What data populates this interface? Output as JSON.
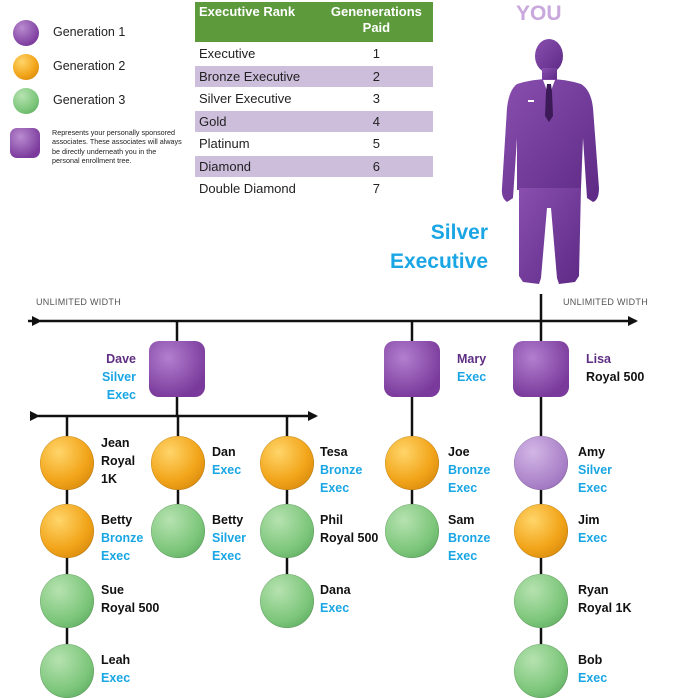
{
  "legend": {
    "gen1": "Generation 1",
    "gen2": "Generation 2",
    "gen3": "Generation 3",
    "note": "Represents your personally sponsored associates. These associates will always be directly underneath you in the personal enrollment tree."
  },
  "rank_table": {
    "headers": [
      "Executive Rank",
      "Genenerations",
      "Paid"
    ],
    "rows": [
      {
        "rank": "Executive",
        "paid": "1"
      },
      {
        "rank": "Bronze Executive",
        "paid": "2"
      },
      {
        "rank": "Silver Executive",
        "paid": "3"
      },
      {
        "rank": "Gold",
        "paid": "4"
      },
      {
        "rank": "Platinum",
        "paid": "5"
      },
      {
        "rank": "Diamond",
        "paid": "6"
      },
      {
        "rank": "Double Diamond",
        "paid": "7"
      }
    ]
  },
  "you": {
    "label": "YOU",
    "rank_line1": "Silver",
    "rank_line2": "Executive"
  },
  "width_labels": {
    "left": "UNLIMITED WIDTH",
    "right": "UNLIMITED WIDTH"
  },
  "sponsored": {
    "dave": {
      "name": "Dave",
      "rank1": "Silver",
      "rank2": "Exec"
    },
    "mary": {
      "name": "Mary",
      "rank1": "Exec"
    },
    "lisa": {
      "name": "Lisa",
      "rank1": "Royal 500"
    }
  },
  "nodes": {
    "jean": {
      "name": "Jean",
      "rank1": "Royal",
      "rank2": "1K"
    },
    "dan": {
      "name": "Dan",
      "rank1": "Exec"
    },
    "tesa": {
      "name": "Tesa",
      "rank1": "Bronze",
      "rank2": "Exec"
    },
    "joe": {
      "name": "Joe",
      "rank1": "Bronze",
      "rank2": "Exec"
    },
    "amy": {
      "name": "Amy",
      "rank1": "Silver",
      "rank2": "Exec"
    },
    "betty1": {
      "name": "Betty",
      "rank1": "Bronze",
      "rank2": "Exec"
    },
    "betty2": {
      "name": "Betty",
      "rank1": "Silver",
      "rank2": "Exec"
    },
    "phil": {
      "name": "Phil",
      "rank1": "Royal 500"
    },
    "sam": {
      "name": "Sam",
      "rank1": "Bronze",
      "rank2": "Exec"
    },
    "jim": {
      "name": "Jim",
      "rank1": "Exec"
    },
    "sue": {
      "name": "Sue",
      "rank1": "Royal 500"
    },
    "dana": {
      "name": "Dana",
      "rank1": "Exec"
    },
    "ryan": {
      "name": "Ryan",
      "rank1": "Royal 1K"
    },
    "leah": {
      "name": "Leah",
      "rank1": "Exec"
    },
    "bob": {
      "name": "Bob",
      "rank1": "Exec"
    }
  },
  "colors": {
    "purple": "#7a3a9b",
    "orange": "#f2a51a",
    "green": "#7cc67a",
    "table_header": "#5d9a3c",
    "table_alt_row": "#cdbfdc",
    "rank_blue": "#1aa6e4",
    "name_purple": "#5e2e83"
  }
}
